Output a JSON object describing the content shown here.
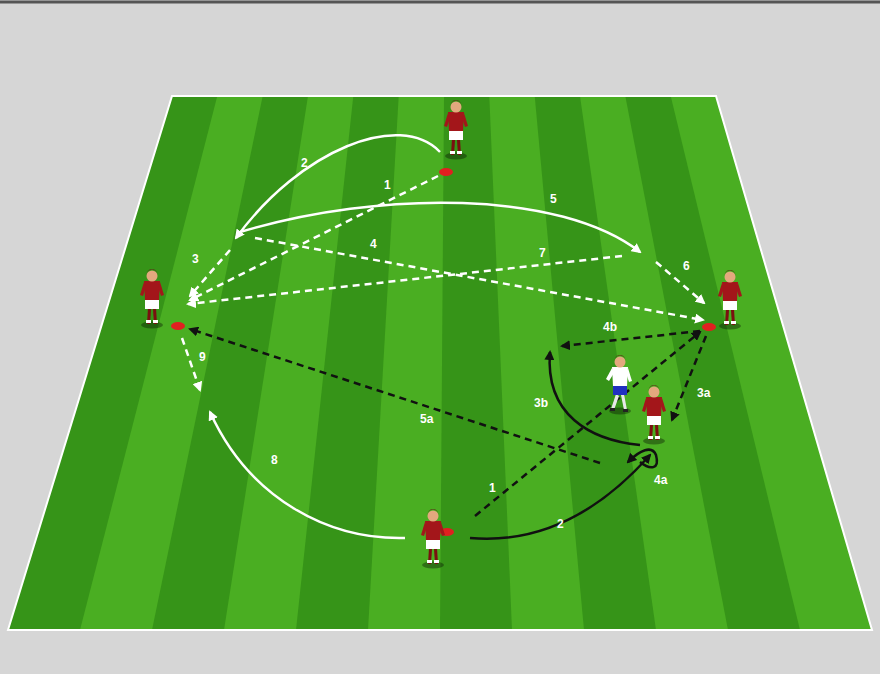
{
  "diagram": {
    "labels": [
      "2",
      "1",
      "5",
      "4",
      "3",
      "7",
      "6",
      "4b",
      "3b",
      "3a",
      "9",
      "5a",
      "4a",
      "8",
      "1",
      "2"
    ]
  }
}
